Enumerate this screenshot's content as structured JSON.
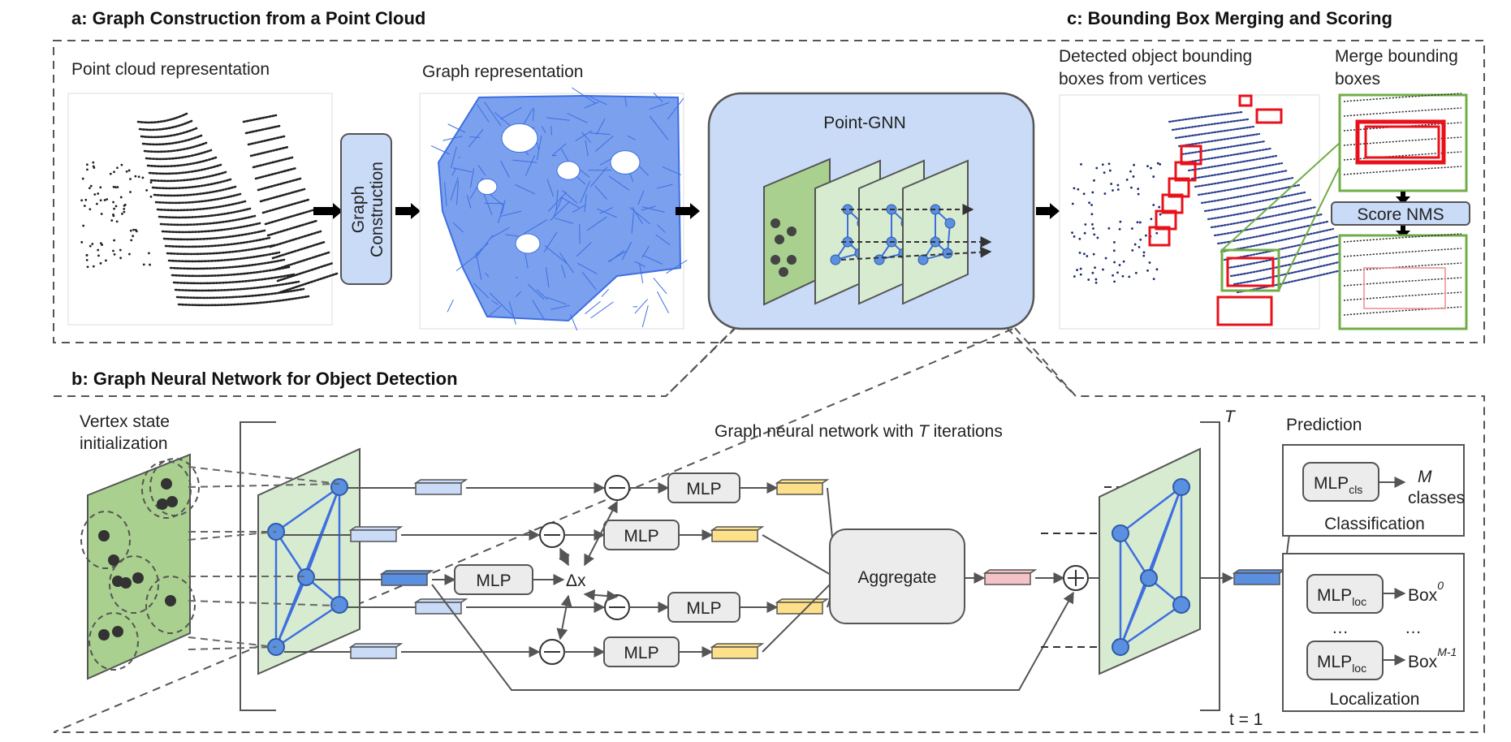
{
  "sections": {
    "a": "a: Graph Construction from a Point Cloud",
    "b": "b: Graph Neural Network for Object Detection",
    "c": "c: Bounding Box Merging and Scoring"
  },
  "panel_a": {
    "point_cloud_label": "Point cloud representation",
    "graph_construction_label": "Graph Construction",
    "graph_repr_label": "Graph representation",
    "point_gnn_label": "Point-GNN"
  },
  "panel_c": {
    "detected_line1": "Detected object bounding",
    "detected_line2": "boxes from vertices",
    "merge_line1": "Merge bounding",
    "merge_line2": "boxes",
    "score_nms": "Score NMS"
  },
  "panel_b": {
    "vertex_init_line1": "Vertex state",
    "vertex_init_line2": "initialization",
    "gnn_title_pre": "Graph neural network with ",
    "gnn_title_var": "T",
    "gnn_title_post": " iterations",
    "mlp": "MLP",
    "delta_x": "Δx",
    "aggregate": "Aggregate",
    "iter_top": "T",
    "iter_bottom": "t = 1",
    "prediction": "Prediction",
    "mlp_cls_base": "MLP",
    "mlp_cls_sub": "cls",
    "m_classes_var": "M",
    "m_classes_word": "classes",
    "classification": "Classification",
    "mlp_loc_base": "MLP",
    "mlp_loc_sub": "loc",
    "box_word": "Box",
    "box_sup_first": "0",
    "box_sup_last": "M-1",
    "ellipsis": "…",
    "localization": "Localization"
  },
  "colors": {
    "green_fill": "#d7ebd0",
    "green_dark": "#a9d08e",
    "blue_node": "#5b8fe0",
    "blue_fill": "#c9dbf7",
    "yellow_feat": "#ffe08a",
    "pink_feat": "#f4c2c7",
    "graph_blue": "#3e6fe0",
    "red_box": "#e8111b",
    "green_frame": "#70ad47"
  }
}
